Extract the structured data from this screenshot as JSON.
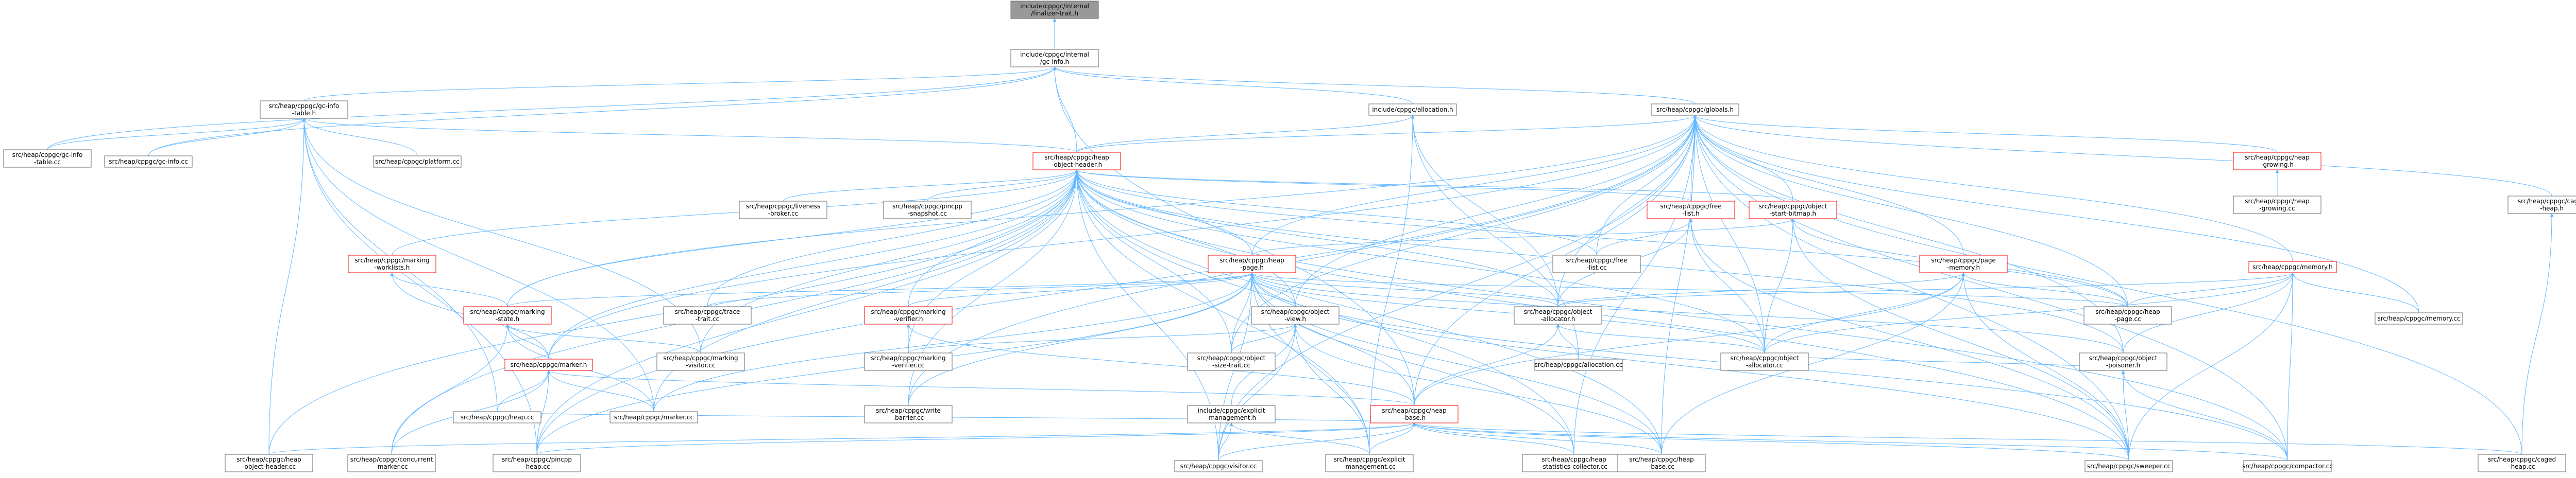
{
  "colors": {
    "edge": "#63b8ff",
    "default_fill": "#ffffff",
    "default_border": "#666666",
    "focus_fill": "#999999",
    "focus_border": "#666666",
    "highlight_border": "#ff0000"
  },
  "nodes": [
    {
      "id": "n00",
      "lines": [
        "include/cppgc/internal",
        "/finalizer-trait.h"
      ],
      "style": "focus"
    },
    {
      "id": "n01",
      "lines": [
        "include/cppgc/internal",
        "/gc-info.h"
      ],
      "style": "normal"
    },
    {
      "id": "n02",
      "lines": [
        "src/heap/cppgc/gc-info",
        "-table.h"
      ],
      "style": "normal"
    },
    {
      "id": "n03",
      "lines": [
        "include/cppgc/allocation.h"
      ],
      "style": "normal"
    },
    {
      "id": "n04",
      "lines": [
        "src/heap/cppgc/globals.h"
      ],
      "style": "normal"
    },
    {
      "id": "n05",
      "lines": [
        "src/heap/cppgc/gc-info",
        "-table.cc"
      ],
      "style": "normal"
    },
    {
      "id": "n06",
      "lines": [
        "src/heap/cppgc/gc-info.cc"
      ],
      "style": "normal"
    },
    {
      "id": "n07",
      "lines": [
        "src/heap/cppgc/platform.cc"
      ],
      "style": "normal"
    },
    {
      "id": "n08",
      "lines": [
        "src/heap/cppgc/heap",
        "-object-header.h"
      ],
      "style": "red"
    },
    {
      "id": "n09",
      "lines": [
        "src/heap/cppgc/heap",
        "-growing.h"
      ],
      "style": "red"
    },
    {
      "id": "n10",
      "lines": [
        "src/heap/cppgc/heap",
        "-growing.cc"
      ],
      "style": "normal"
    },
    {
      "id": "n11",
      "lines": [
        "src/heap/cppgc/caged",
        "-heap.h"
      ],
      "style": "normal"
    },
    {
      "id": "n12",
      "lines": [
        "src/heap/cppgc/liveness",
        "-broker.cc"
      ],
      "style": "normal"
    },
    {
      "id": "n13",
      "lines": [
        "src/heap/cppgc/object",
        "-start-bitmap.h"
      ],
      "style": "red"
    },
    {
      "id": "n14",
      "lines": [
        "src/heap/cppgc/free",
        "-list.h"
      ],
      "style": "red"
    },
    {
      "id": "n15",
      "lines": [
        "src/heap/cppgc/heap",
        "-page.h"
      ],
      "style": "red"
    },
    {
      "id": "n16",
      "lines": [
        "src/heap/cppgc/page",
        "-memory.h"
      ],
      "style": "red"
    },
    {
      "id": "n17",
      "lines": [
        "src/heap/cppgc/memory.h"
      ],
      "style": "red"
    },
    {
      "id": "n18",
      "lines": [
        "src/heap/cppgc/marking",
        "-worklists.h"
      ],
      "style": "red"
    },
    {
      "id": "n19",
      "lines": [
        "src/heap/cppgc/trace",
        "-trait.cc"
      ],
      "style": "normal"
    },
    {
      "id": "n20",
      "lines": [
        "src/heap/cppgc/marking",
        "-verifier.h"
      ],
      "style": "red"
    },
    {
      "id": "n21",
      "lines": [
        "src/heap/cppgc/object",
        "-view.h"
      ],
      "style": "normal"
    },
    {
      "id": "n22",
      "lines": [
        "src/heap/cppgc/object",
        "-allocator.h"
      ],
      "style": "normal"
    },
    {
      "id": "n23",
      "lines": [
        "src/heap/cppgc/free",
        "-list.cc"
      ],
      "style": "normal"
    },
    {
      "id": "n24",
      "lines": [
        "src/heap/cppgc/heap",
        "-page.cc"
      ],
      "style": "normal"
    },
    {
      "id": "n25",
      "lines": [
        "src/heap/cppgc/memory.cc"
      ],
      "style": "normal"
    },
    {
      "id": "n26",
      "lines": [
        "src/heap/cppgc/marking",
        "-state.h"
      ],
      "style": "red"
    },
    {
      "id": "n27",
      "lines": [
        "src/heap/cppgc/marking",
        "-visitor.cc"
      ],
      "style": "normal"
    },
    {
      "id": "n28",
      "lines": [
        "src/heap/cppgc/marking",
        "-verifier.cc"
      ],
      "style": "normal"
    },
    {
      "id": "n29",
      "lines": [
        "src/heap/cppgc/object",
        "-size-trait.cc"
      ],
      "style": "normal"
    },
    {
      "id": "n30",
      "lines": [
        "src/heap/cppgc/allocation.cc"
      ],
      "style": "normal"
    },
    {
      "id": "n31",
      "lines": [
        "src/heap/cppgc/object",
        "-allocator.cc"
      ],
      "style": "normal"
    },
    {
      "id": "n32",
      "lines": [
        "src/heap/cppgc/object",
        "-poisoner.h"
      ],
      "style": "normal"
    },
    {
      "id": "n33",
      "lines": [
        "src/heap/cppgc/marker.h"
      ],
      "style": "red"
    },
    {
      "id": "n34",
      "lines": [
        "src/heap/cppgc/heap.cc"
      ],
      "style": "normal"
    },
    {
      "id": "n35",
      "lines": [
        "src/heap/cppgc/marker.cc"
      ],
      "style": "normal"
    },
    {
      "id": "n36",
      "lines": [
        "src/heap/cppgc/write",
        "-barrier.cc"
      ],
      "style": "normal"
    },
    {
      "id": "n37",
      "lines": [
        "include/cppgc/explicit",
        "-management.h"
      ],
      "style": "normal"
    },
    {
      "id": "n38",
      "lines": [
        "src/heap/cppgc/heap",
        "-base.h"
      ],
      "style": "red"
    },
    {
      "id": "n39",
      "lines": [
        "src/heap/cppgc/heap",
        "-object-header.cc"
      ],
      "style": "normal"
    },
    {
      "id": "n40",
      "lines": [
        "src/heap/cppgc/concurrent",
        "-marker.cc"
      ],
      "style": "normal"
    },
    {
      "id": "n41",
      "lines": [
        "src/heap/cppgc/pincpp",
        "-heap.cc"
      ],
      "style": "normal"
    },
    {
      "id": "n42",
      "lines": [
        "src/heap/cppgc/visitor.cc"
      ],
      "style": "normal"
    },
    {
      "id": "n43",
      "lines": [
        "src/heap/cppgc/explicit",
        "-management.cc"
      ],
      "style": "normal"
    },
    {
      "id": "n44",
      "lines": [
        "src/heap/cppgc/heap",
        "-statistics-collector.cc"
      ],
      "style": "normal"
    },
    {
      "id": "n45",
      "lines": [
        "src/heap/cppgc/heap",
        "-base.cc"
      ],
      "style": "normal"
    },
    {
      "id": "n46",
      "lines": [
        "src/heap/cppgc/sweeper.cc"
      ],
      "style": "normal"
    },
    {
      "id": "n47",
      "lines": [
        "src/heap/cppgc/compactor.cc"
      ],
      "style": "normal"
    },
    {
      "id": "n48",
      "lines": [
        "src/heap/cppgc/caged",
        "-heap.cc"
      ],
      "style": "normal"
    },
    {
      "id": "n49",
      "lines": [
        "src/heap/cppgc/pincpp",
        "-snapshot.cc"
      ],
      "style": "normal"
    }
  ],
  "edges": [
    [
      "n01",
      "n00"
    ],
    [
      "n02",
      "n01"
    ],
    [
      "n04",
      "n01"
    ],
    [
      "n05",
      "n01"
    ],
    [
      "n06",
      "n01"
    ],
    [
      "n08",
      "n01"
    ],
    [
      "n03",
      "n01"
    ],
    [
      "n38",
      "n01"
    ],
    [
      "n05",
      "n02"
    ],
    [
      "n06",
      "n02"
    ],
    [
      "n07",
      "n02"
    ],
    [
      "n08",
      "n02"
    ],
    [
      "n39",
      "n02"
    ],
    [
      "n41",
      "n02"
    ],
    [
      "n34",
      "n02"
    ],
    [
      "n35",
      "n02"
    ],
    [
      "n27",
      "n02"
    ],
    [
      "n08",
      "n03"
    ],
    [
      "n22",
      "n03"
    ],
    [
      "n30",
      "n03"
    ],
    [
      "n43",
      "n03"
    ],
    [
      "n08",
      "n04"
    ],
    [
      "n09",
      "n04"
    ],
    [
      "n11",
      "n04"
    ],
    [
      "n13",
      "n04"
    ],
    [
      "n14",
      "n04"
    ],
    [
      "n15",
      "n04"
    ],
    [
      "n16",
      "n04"
    ],
    [
      "n17",
      "n04"
    ],
    [
      "n22",
      "n04"
    ],
    [
      "n23",
      "n04"
    ],
    [
      "n24",
      "n04"
    ],
    [
      "n25",
      "n04"
    ],
    [
      "n31",
      "n04"
    ],
    [
      "n32",
      "n04"
    ],
    [
      "n38",
      "n04"
    ],
    [
      "n46",
      "n04"
    ],
    [
      "n47",
      "n04"
    ],
    [
      "n48",
      "n04"
    ],
    [
      "n26",
      "n04"
    ],
    [
      "n33",
      "n04"
    ],
    [
      "n21",
      "n04"
    ],
    [
      "n44",
      "n04"
    ],
    [
      "n45",
      "n04"
    ],
    [
      "n42",
      "n04"
    ],
    [
      "n36",
      "n04"
    ],
    [
      "n41",
      "n04"
    ],
    [
      "n29",
      "n04"
    ],
    [
      "n10",
      "n09"
    ],
    [
      "n48",
      "n11"
    ],
    [
      "n12",
      "n08"
    ],
    [
      "n49",
      "n08"
    ],
    [
      "n13",
      "n08"
    ],
    [
      "n14",
      "n08"
    ],
    [
      "n15",
      "n08"
    ],
    [
      "n18",
      "n08"
    ],
    [
      "n19",
      "n08"
    ],
    [
      "n20",
      "n08"
    ],
    [
      "n21",
      "n08"
    ],
    [
      "n22",
      "n08"
    ],
    [
      "n23",
      "n08"
    ],
    [
      "n24",
      "n08"
    ],
    [
      "n26",
      "n08"
    ],
    [
      "n27",
      "n08"
    ],
    [
      "n28",
      "n08"
    ],
    [
      "n29",
      "n08"
    ],
    [
      "n31",
      "n08"
    ],
    [
      "n32",
      "n08"
    ],
    [
      "n33",
      "n08"
    ],
    [
      "n35",
      "n08"
    ],
    [
      "n36",
      "n08"
    ],
    [
      "n39",
      "n08"
    ],
    [
      "n40",
      "n08"
    ],
    [
      "n41",
      "n08"
    ],
    [
      "n42",
      "n08"
    ],
    [
      "n43",
      "n08"
    ],
    [
      "n44",
      "n08"
    ],
    [
      "n45",
      "n08"
    ],
    [
      "n46",
      "n08"
    ],
    [
      "n47",
      "n08"
    ],
    [
      "n15",
      "n13"
    ],
    [
      "n24",
      "n13"
    ],
    [
      "n31",
      "n13"
    ],
    [
      "n46",
      "n13"
    ],
    [
      "n23",
      "n14"
    ],
    [
      "n22",
      "n14"
    ],
    [
      "n31",
      "n14"
    ],
    [
      "n46",
      "n14"
    ],
    [
      "n20",
      "n15"
    ],
    [
      "n21",
      "n15"
    ],
    [
      "n22",
      "n15"
    ],
    [
      "n26",
      "n15"
    ],
    [
      "n24",
      "n15"
    ],
    [
      "n31",
      "n15"
    ],
    [
      "n32",
      "n15"
    ],
    [
      "n36",
      "n15"
    ],
    [
      "n38",
      "n15"
    ],
    [
      "n41",
      "n15"
    ],
    [
      "n42",
      "n15"
    ],
    [
      "n43",
      "n15"
    ],
    [
      "n44",
      "n15"
    ],
    [
      "n45",
      "n15"
    ],
    [
      "n46",
      "n15"
    ],
    [
      "n47",
      "n15"
    ],
    [
      "n29",
      "n15"
    ],
    [
      "n19",
      "n15"
    ],
    [
      "n35",
      "n15"
    ],
    [
      "n24",
      "n16"
    ],
    [
      "n31",
      "n16"
    ],
    [
      "n38",
      "n16"
    ],
    [
      "n22",
      "n16"
    ],
    [
      "n45",
      "n16"
    ],
    [
      "n46",
      "n16"
    ],
    [
      "n24",
      "n17"
    ],
    [
      "n25",
      "n17"
    ],
    [
      "n31",
      "n17"
    ],
    [
      "n32",
      "n17"
    ],
    [
      "n46",
      "n17"
    ],
    [
      "n47",
      "n17"
    ],
    [
      "n22",
      "n17"
    ],
    [
      "n26",
      "n18"
    ],
    [
      "n33",
      "n18"
    ],
    [
      "n28",
      "n20"
    ],
    [
      "n38",
      "n20"
    ],
    [
      "n28",
      "n21"
    ],
    [
      "n29",
      "n21"
    ],
    [
      "n37",
      "n21"
    ],
    [
      "n43",
      "n21"
    ],
    [
      "n42",
      "n21"
    ],
    [
      "n45",
      "n21"
    ],
    [
      "n30",
      "n22"
    ],
    [
      "n31",
      "n22"
    ],
    [
      "n38",
      "n22"
    ],
    [
      "n27",
      "n26"
    ],
    [
      "n33",
      "n26"
    ],
    [
      "n40",
      "n26"
    ],
    [
      "n35",
      "n26"
    ],
    [
      "n46",
      "n32"
    ],
    [
      "n47",
      "n32"
    ],
    [
      "n31",
      "n32"
    ],
    [
      "n34",
      "n33"
    ],
    [
      "n35",
      "n33"
    ],
    [
      "n40",
      "n33"
    ],
    [
      "n41",
      "n33"
    ],
    [
      "n38",
      "n33"
    ],
    [
      "n42",
      "n37"
    ],
    [
      "n43",
      "n37"
    ],
    [
      "n34",
      "n38"
    ],
    [
      "n41",
      "n38"
    ],
    [
      "n42",
      "n38"
    ],
    [
      "n43",
      "n38"
    ],
    [
      "n44",
      "n38"
    ],
    [
      "n45",
      "n38"
    ],
    [
      "n46",
      "n38"
    ],
    [
      "n47",
      "n38"
    ],
    [
      "n48",
      "n38"
    ],
    [
      "n39",
      "n38"
    ]
  ]
}
